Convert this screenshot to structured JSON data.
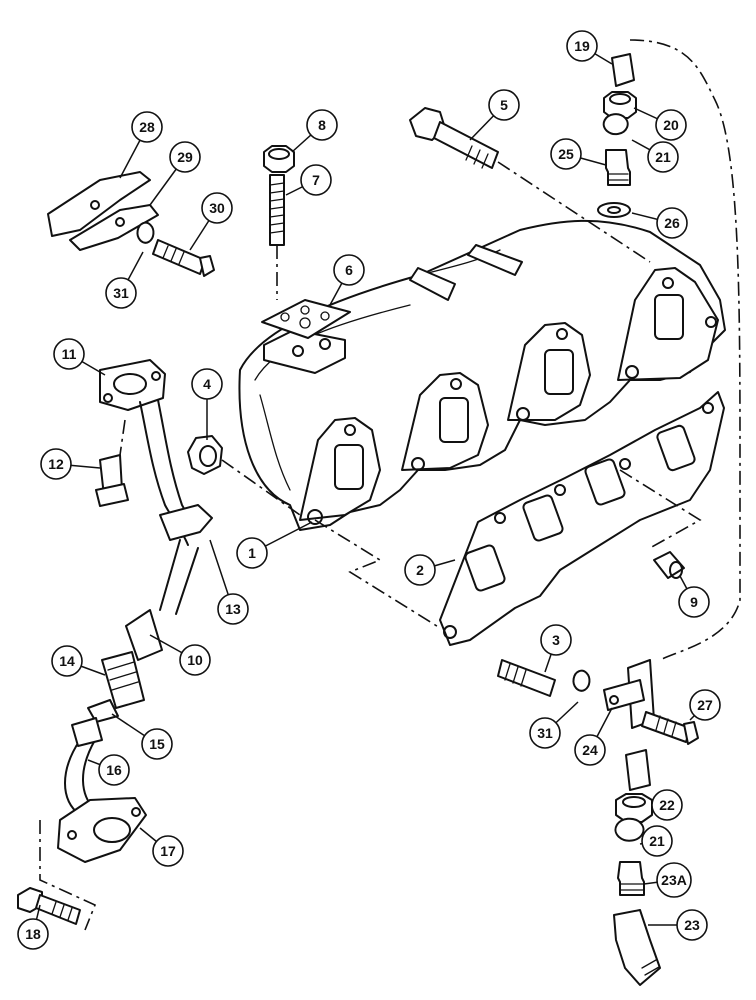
{
  "callouts": [
    {
      "id": "c1",
      "label": "1"
    },
    {
      "id": "c2",
      "label": "2"
    },
    {
      "id": "c3",
      "label": "3"
    },
    {
      "id": "c4",
      "label": "4"
    },
    {
      "id": "c5",
      "label": "5"
    },
    {
      "id": "c6",
      "label": "6"
    },
    {
      "id": "c7",
      "label": "7"
    },
    {
      "id": "c8",
      "label": "8"
    },
    {
      "id": "c9",
      "label": "9"
    },
    {
      "id": "c10",
      "label": "10"
    },
    {
      "id": "c11",
      "label": "11"
    },
    {
      "id": "c12",
      "label": "12"
    },
    {
      "id": "c13",
      "label": "13"
    },
    {
      "id": "c14",
      "label": "14"
    },
    {
      "id": "c15",
      "label": "15"
    },
    {
      "id": "c16",
      "label": "16"
    },
    {
      "id": "c17",
      "label": "17"
    },
    {
      "id": "c18",
      "label": "18"
    },
    {
      "id": "c19",
      "label": "19"
    },
    {
      "id": "c20",
      "label": "20"
    },
    {
      "id": "c21a",
      "label": "21"
    },
    {
      "id": "c21b",
      "label": "21"
    },
    {
      "id": "c22",
      "label": "22"
    },
    {
      "id": "c23",
      "label": "23"
    },
    {
      "id": "c23a",
      "label": "23A"
    },
    {
      "id": "c24",
      "label": "24"
    },
    {
      "id": "c25",
      "label": "25"
    },
    {
      "id": "c26",
      "label": "26"
    },
    {
      "id": "c27",
      "label": "27"
    },
    {
      "id": "c28",
      "label": "28"
    },
    {
      "id": "c29",
      "label": "29"
    },
    {
      "id": "c30",
      "label": "30"
    },
    {
      "id": "c31a",
      "label": "31"
    },
    {
      "id": "c31b",
      "label": "31"
    }
  ]
}
